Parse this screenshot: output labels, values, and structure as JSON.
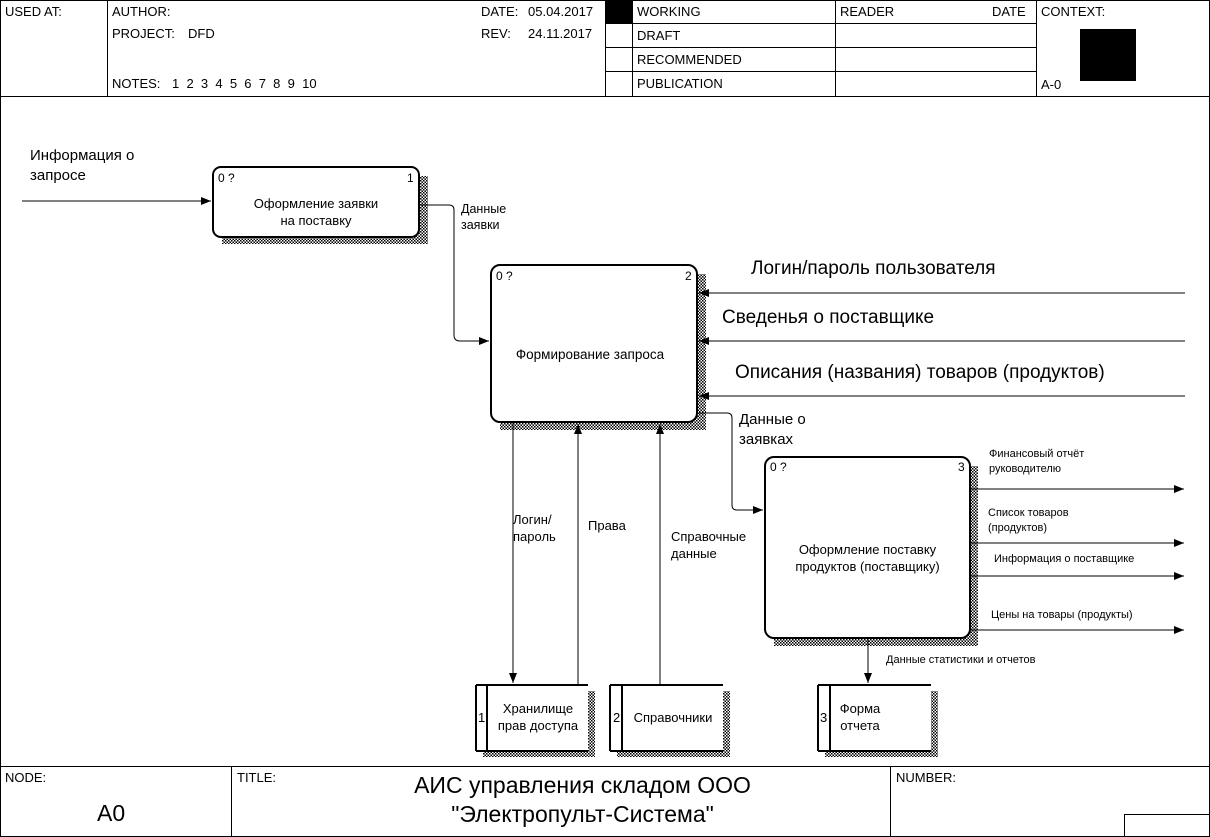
{
  "header": {
    "used_at": "USED AT:",
    "author": "AUTHOR:",
    "project_label": "PROJECT:",
    "project": "DFD",
    "notes_label": "NOTES:",
    "notes": "1  2  3  4  5  6  7  8  9  10",
    "date_label": "DATE:",
    "date": "05.04.2017",
    "rev_label": "REV:",
    "rev": "24.11.2017",
    "status": [
      "WORKING",
      "DRAFT",
      "RECOMMENDED",
      "PUBLICATION"
    ],
    "reader": "READER",
    "reader_date": "DATE",
    "context": "CONTEXT:",
    "context_node": "A-0"
  },
  "footer": {
    "node_label": "NODE:",
    "node": "A0",
    "title_label": "TITLE:",
    "title_line1": "АИС управления складом ООО",
    "title_line2": "\"Электропульт-Система\"",
    "number_label": "NUMBER:"
  },
  "diagram": {
    "processes": [
      {
        "id": "1",
        "cost": "0 ?",
        "label_l1": "Оформление заявки",
        "label_l2": "на поставку"
      },
      {
        "id": "2",
        "cost": "0 ?",
        "label_l1": "Формирование запроса",
        "label_l2": ""
      },
      {
        "id": "3",
        "cost": "0 ?",
        "label_l1": "Оформление поставку",
        "label_l2": "продуктов (поставщику)"
      }
    ],
    "stores": [
      {
        "id": "1",
        "label_l1": "Хранилище",
        "label_l2": "прав доступа"
      },
      {
        "id": "2",
        "label_l1": "Справочники",
        "label_l2": ""
      },
      {
        "id": "3",
        "label_l1": "Форма",
        "label_l2": "отчета"
      }
    ],
    "flows": {
      "info_request_l1": "Информация о",
      "info_request_l2": "запросе",
      "order_data_l1": "Данные",
      "order_data_l2": "заявки",
      "login_password_user": "Логин/пароль пользователя",
      "supplier_info": "Сведенья о поставщике",
      "goods_desc": "Описания (названия) товаров (продуктов)",
      "orders_data_l1": "Данные о",
      "orders_data_l2": "заявках",
      "login_l1": "Логин/",
      "login_l2": "пароль",
      "rights": "Права",
      "ref_data_l1": "Справочные",
      "ref_data_l2": "данные",
      "fin_report_l1": "Финансовый отчёт",
      "fin_report_l2": "руководителю",
      "goods_list_l1": "Список товаров",
      "goods_list_l2": "(продуктов)",
      "supplier_info_out": "Информация о поставщике",
      "prices": "Цены на товары (продукты)",
      "stats_data": "Данные статистики и отчетов"
    }
  }
}
